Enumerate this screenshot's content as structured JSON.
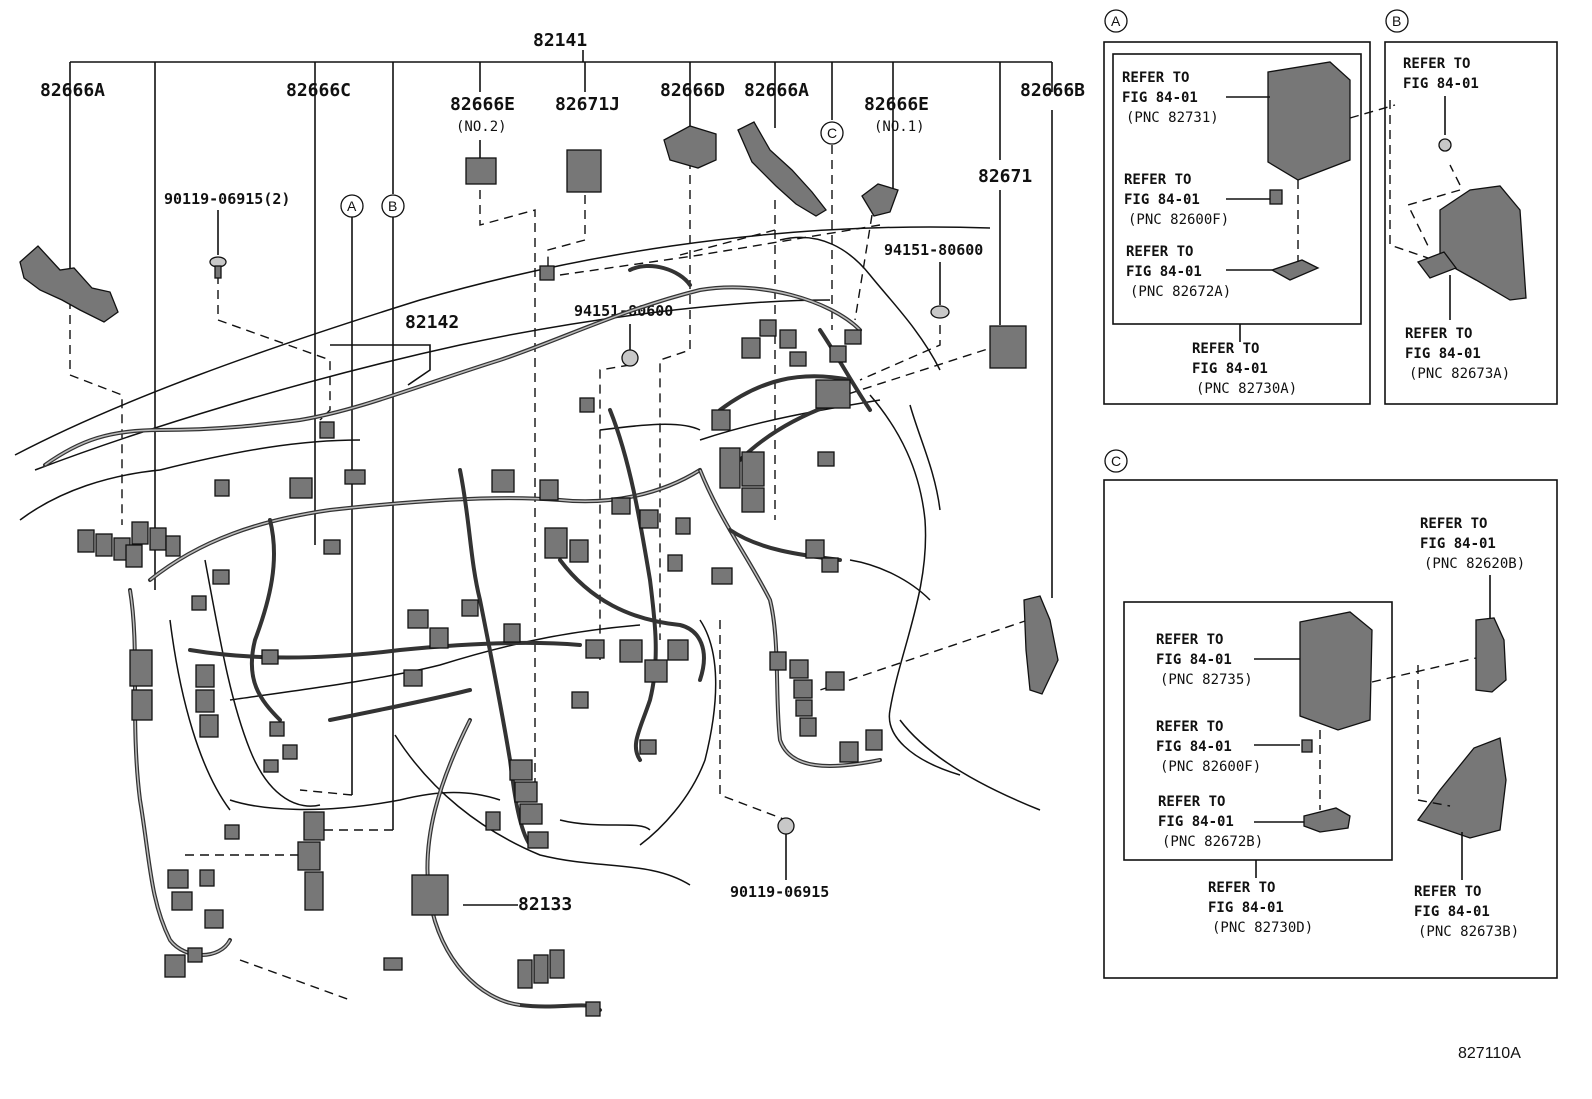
{
  "diagram": {
    "callouts": {
      "p82141": "82141",
      "p82666A_left": "82666A",
      "p82666C": "82666C",
      "p82666E_no2": "82666E",
      "p82666E_no2_note": "(NO.2)",
      "p82671J": "82671J",
      "p82666D": "82666D",
      "p82666A_mid": "82666A",
      "p82666E_no1": "82666E",
      "p82666E_no1_note": "(NO.1)",
      "p82666B": "82666B",
      "p82671": "82671",
      "p90119_06915_2": "90119-06915(2)",
      "p94151_80600_right": "94151-80600",
      "p94151_80600_center": "94151-80600",
      "p82142": "82142",
      "p82133": "82133",
      "p90119_06915": "90119-06915"
    },
    "circle_refs": {
      "a": "A",
      "b": "B",
      "c": "C"
    },
    "inset_a": {
      "tag": "A",
      "ref1": [
        "REFER TO",
        "FIG 84-01",
        "(PNC 82731)"
      ],
      "ref2": [
        "REFER TO",
        "FIG 84-01",
        "(PNC 82600F)"
      ],
      "ref3": [
        "REFER TO",
        "FIG 84-01",
        "(PNC 82672A)"
      ],
      "ref4": [
        "REFER TO",
        "FIG 84-01",
        "(PNC 82730A)"
      ]
    },
    "inset_b": {
      "tag": "B",
      "ref1": [
        "REFER TO",
        "FIG 84-01"
      ],
      "ref2": [
        "REFER TO",
        "FIG 84-01",
        "(PNC 82673A)"
      ]
    },
    "inset_c": {
      "tag": "C",
      "ref1": [
        "REFER TO",
        "FIG 84-01",
        "(PNC 82620B)"
      ],
      "ref2": [
        "REFER TO",
        "FIG 84-01",
        "(PNC 82735)"
      ],
      "ref3": [
        "REFER TO",
        "FIG 84-01",
        "(PNC 82600F)"
      ],
      "ref4": [
        "REFER TO",
        "FIG 84-01",
        "(PNC 82672B)"
      ],
      "ref5": [
        "REFER TO",
        "FIG 84-01",
        "(PNC 82730D)"
      ],
      "ref6": [
        "REFER TO",
        "FIG 84-01",
        "(PNC 82673B)"
      ]
    },
    "figure_code": "827110A"
  }
}
